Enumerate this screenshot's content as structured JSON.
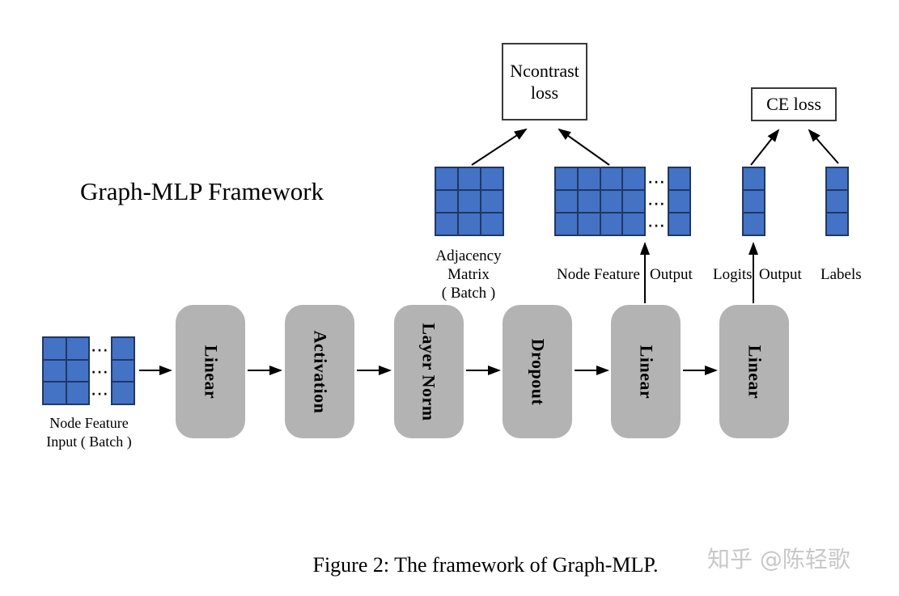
{
  "colors": {
    "matrix_fill": "#4472c4",
    "matrix_border": "#1f3864",
    "pipeline_box_fill": "#b3b3b3",
    "arrow": "#000000",
    "loss_box_border": "#3a3a3a",
    "watermark": "#c8c8c8"
  },
  "diagram": {
    "title": "Graph-MLP Framework",
    "ellipsis": "···",
    "ncontrast_box": {
      "line1": "Ncontrast",
      "line2": "loss"
    },
    "ce_box": {
      "label": "CE loss"
    },
    "pipeline": [
      {
        "label": "Linear"
      },
      {
        "label": "Activation"
      },
      {
        "label": "Layer Norm"
      },
      {
        "label": "Dropout"
      },
      {
        "label": "Linear"
      },
      {
        "label": "Linear"
      }
    ],
    "labels": {
      "input_line1": "Node Feature",
      "input_line2": "Input ( Batch )",
      "adjacency_line1": "Adjacency",
      "adjacency_line2": "Matrix",
      "adjacency_line3": "( Batch )",
      "output_left": "Node Feature",
      "output_right": "Output",
      "logits_left": "Logits",
      "logits_right": "Output",
      "labels_col": "Labels"
    }
  },
  "caption": "Figure 2: The framework of Graph-MLP.",
  "watermark": "知乎 @陈轻歌"
}
